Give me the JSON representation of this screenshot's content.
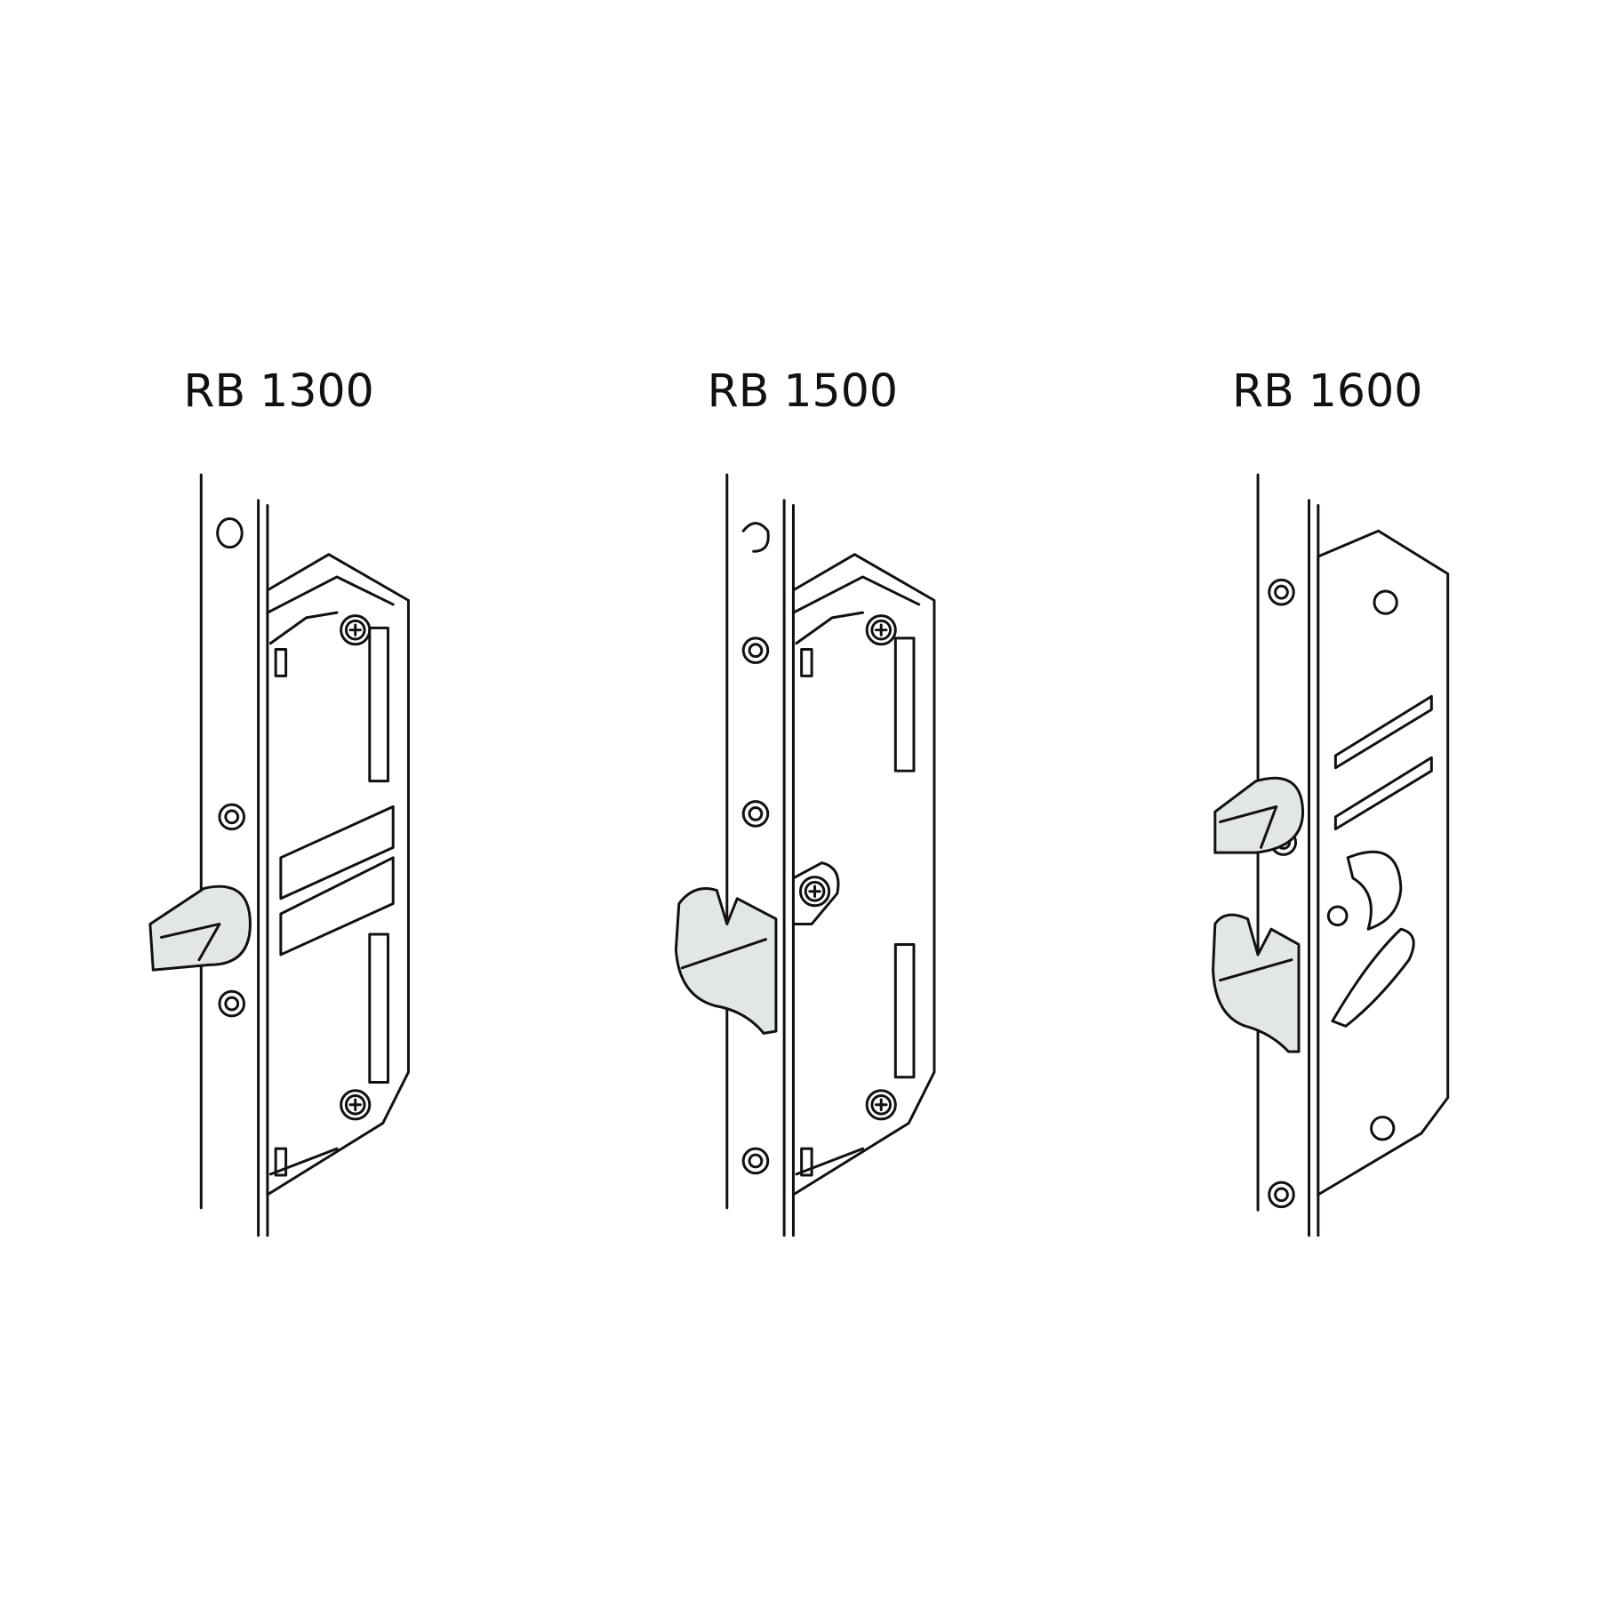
{
  "products": [
    {
      "label": "RB 1300",
      "latch": "cylindrical-bolt"
    },
    {
      "label": "RB 1500",
      "latch": "hook"
    },
    {
      "label": "RB 1600",
      "latch": "bolt-and-hook"
    }
  ],
  "colors": {
    "line": "#111111",
    "fill": "#e2e6e5",
    "background": "#ffffff"
  }
}
